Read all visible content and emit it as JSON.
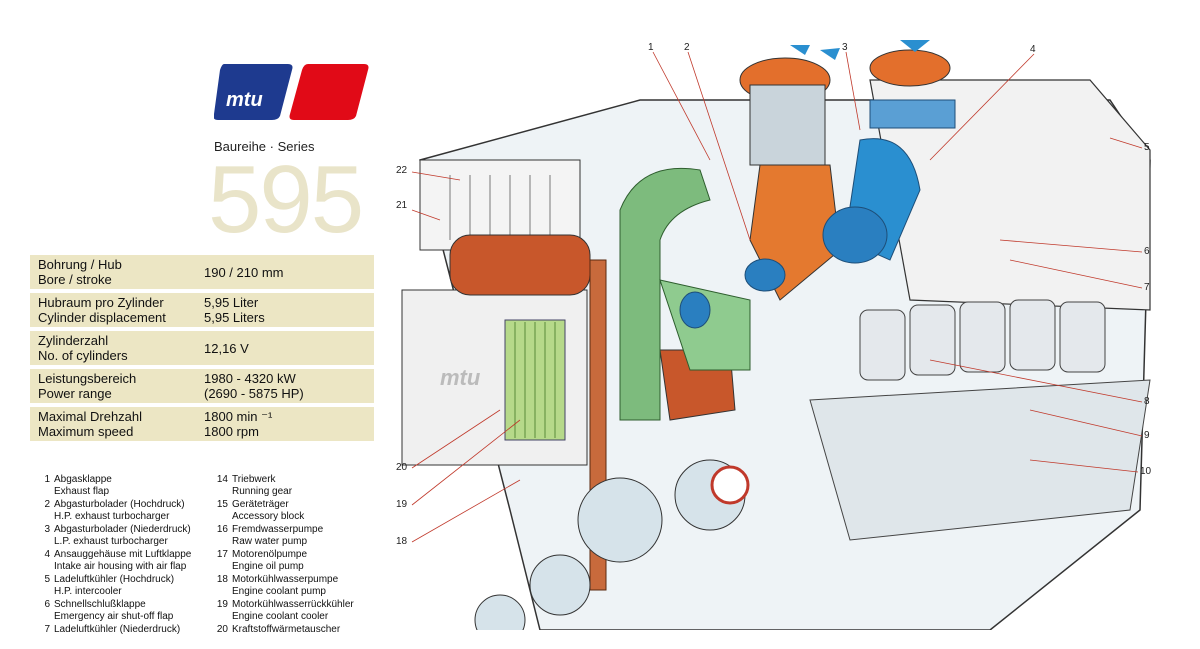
{
  "brand": {
    "logo_text": "mtu",
    "logo_blue": "#1e3a8f",
    "logo_red": "#e10a17"
  },
  "series": {
    "label": "Baureihe · Series",
    "number": "595"
  },
  "specs": [
    {
      "label_de": "Bohrung / Hub",
      "label_en": "Bore / stroke",
      "value_1": "190 / 210 mm",
      "value_2": ""
    },
    {
      "label_de": "Hubraum pro Zylinder",
      "label_en": "Cylinder displacement",
      "value_1": "5,95 Liter",
      "value_2": "5,95 Liters"
    },
    {
      "label_de": "Zylinderzahl",
      "label_en": "No. of cylinders",
      "value_1": "12,16 V",
      "value_2": ""
    },
    {
      "label_de": "Leistungsbereich",
      "label_en": "Power range",
      "value_1": "1980 - 4320 kW",
      "value_2": "(2690 - 5875 HP)"
    },
    {
      "label_de": "Maximal Drehzahl",
      "label_en": "Maximum speed",
      "value_1": "1800 min ⁻¹",
      "value_2": "1800 rpm"
    }
  ],
  "legend_left": [
    {
      "num": "1",
      "de": "Abgasklappe",
      "en": "Exhaust flap"
    },
    {
      "num": "2",
      "de": "Abgasturbolader (Hochdruck)",
      "en": "H.P. exhaust turbocharger"
    },
    {
      "num": "3",
      "de": "Abgasturbolader (Niederdruck)",
      "en": "L.P. exhaust turbocharger"
    },
    {
      "num": "4",
      "de": "Ansauggehäuse mit Luftklappe",
      "en": "Intake air housing with air flap"
    },
    {
      "num": "5",
      "de": "Ladeluftkühler (Hochdruck)",
      "en": "H.P. intercooler"
    },
    {
      "num": "6",
      "de": "Schnellschlußklappe",
      "en": "Emergency air shut-off flap"
    },
    {
      "num": "7",
      "de": "Ladeluftkühler (Niederdruck)",
      "en": ""
    }
  ],
  "legend_right": [
    {
      "num": "14",
      "de": "Triebwerk",
      "en": "Running gear"
    },
    {
      "num": "15",
      "de": "Geräteträger",
      "en": "Accessory block"
    },
    {
      "num": "16",
      "de": "Fremdwasserpumpe",
      "en": "Raw water pump"
    },
    {
      "num": "17",
      "de": "Motorenölpumpe",
      "en": "Engine oil pump"
    },
    {
      "num": "18",
      "de": "Motorkühlwasserpumpe",
      "en": "Engine coolant pump"
    },
    {
      "num": "19",
      "de": "Motorkühlwasserrückkühler",
      "en": "Engine coolant cooler"
    },
    {
      "num": "20",
      "de": "Kraftstoffwärmetauscher",
      "en": ""
    }
  ],
  "callouts": [
    "1",
    "2",
    "3",
    "4",
    "5",
    "6",
    "7",
    "8",
    "9",
    "10",
    "18",
    "19",
    "20",
    "21",
    "22"
  ],
  "colors": {
    "spec_bg": "#ece6c4",
    "series_number": "#e9e4c9",
    "coolant": "#7dbb7d",
    "oil": "#c8572b",
    "air": "#2a8fd0",
    "callout_line": "#c0392b"
  }
}
